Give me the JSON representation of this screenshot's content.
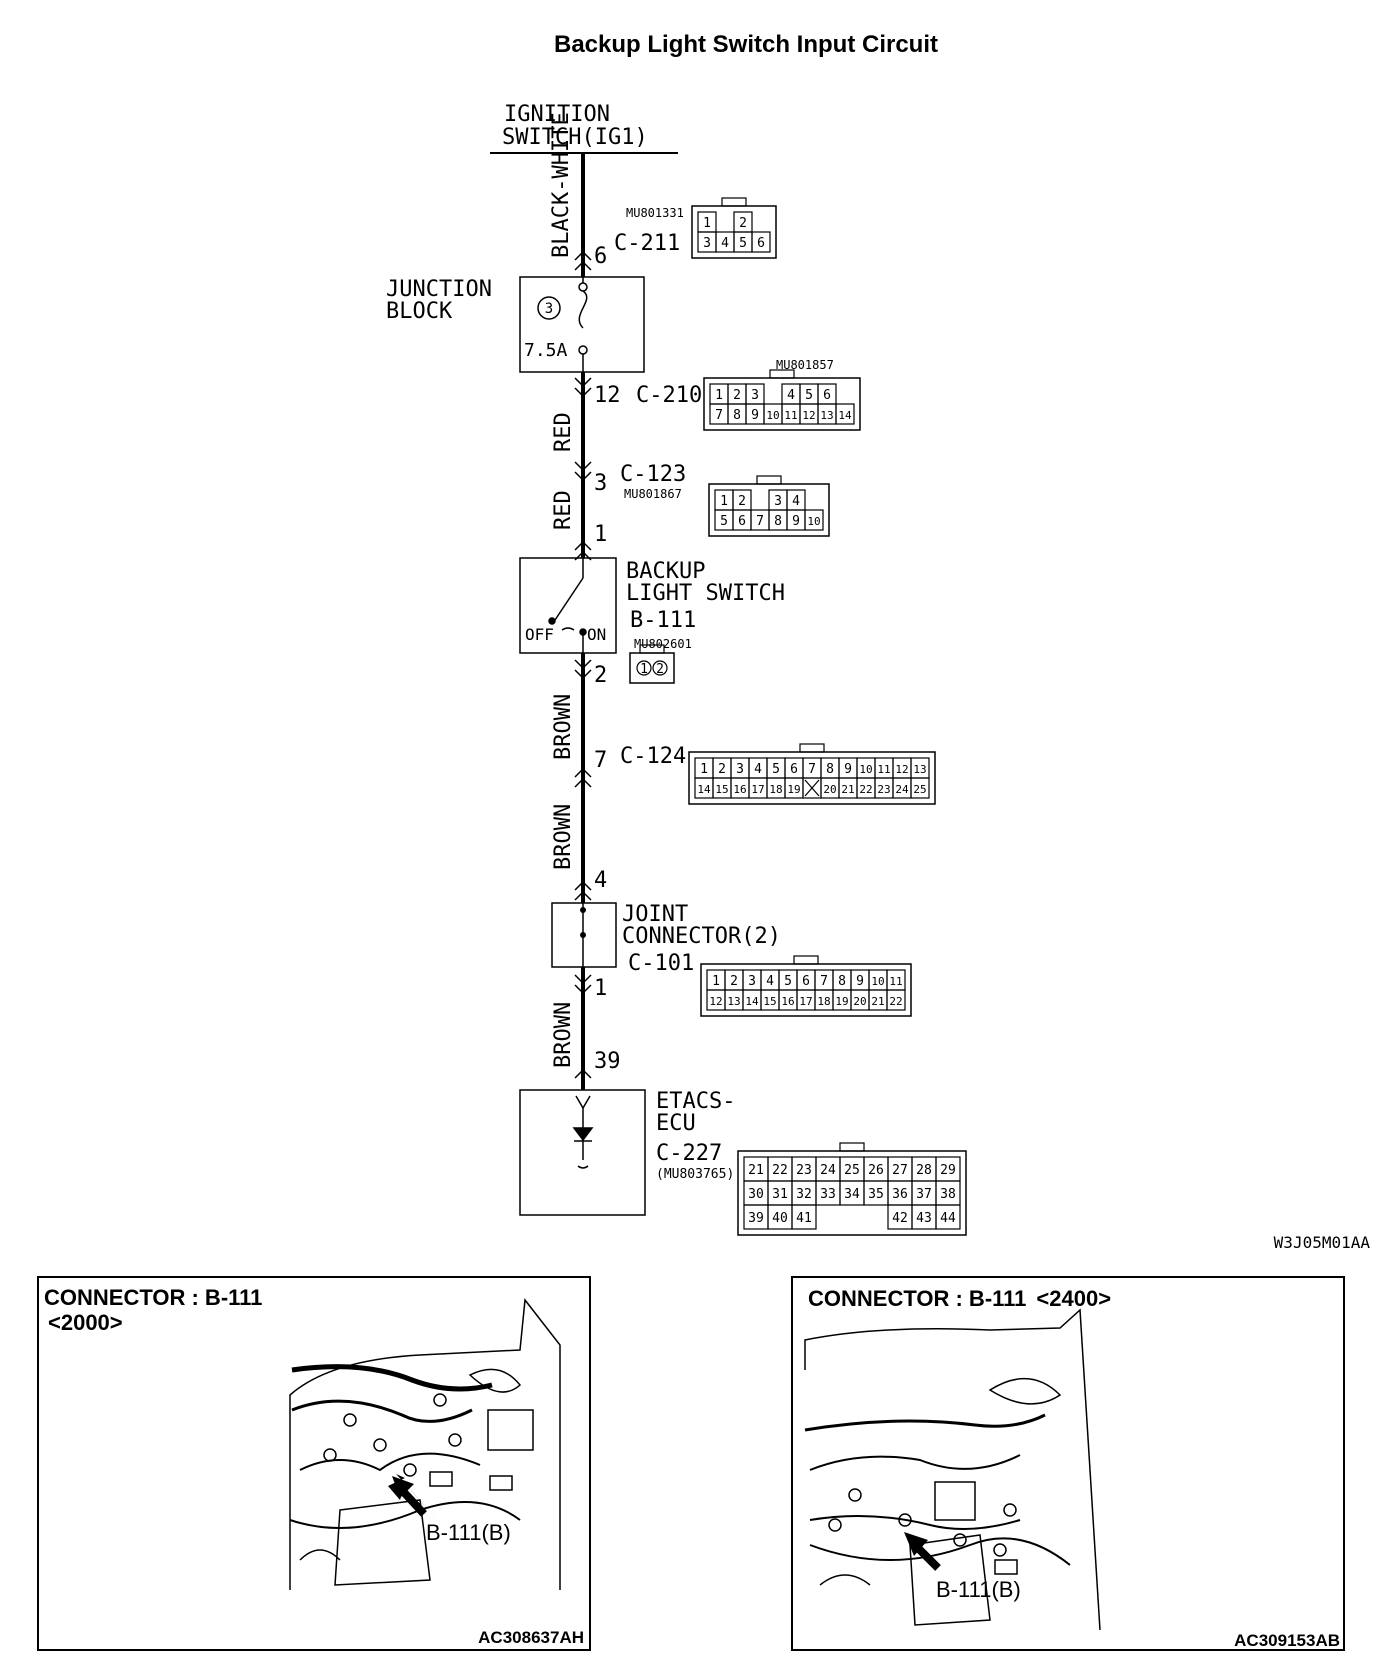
{
  "title": "Backup Light Switch Input Circuit",
  "ignition": {
    "line1": "IGNITION",
    "line2": "SWITCH(IG1)"
  },
  "wires": {
    "w1": "BLACK-WHITE",
    "w2": "RED",
    "w3": "RED",
    "w4": "BROWN",
    "w5": "BROWN",
    "w6": "BROWN"
  },
  "pins": {
    "p_c211": "6",
    "p_c210": "12",
    "p_c123": "3",
    "p_bls_in": "1",
    "p_bls_out": "2",
    "p_c124": "7",
    "p_jc_in": "4",
    "p_jc_out": "1",
    "p_etacs": "39"
  },
  "connectors": {
    "c211": {
      "name": "C-211",
      "part": "MU801331",
      "row1": [
        "1",
        "",
        "2"
      ],
      "row2": [
        "3",
        "4",
        "5",
        "6"
      ]
    },
    "c210": {
      "name": "C-210",
      "part": "MU801857",
      "row1": [
        "1",
        "2",
        "3",
        "",
        "4",
        "5",
        "6"
      ],
      "row2": [
        "7",
        "8",
        "9",
        "10",
        "11",
        "12",
        "13",
        "14"
      ]
    },
    "c123": {
      "name": "C-123",
      "part": "MU801867",
      "row1": [
        "1",
        "2",
        "",
        "3",
        "4"
      ],
      "row2": [
        "5",
        "6",
        "7",
        "8",
        "9",
        "10"
      ]
    },
    "b111": {
      "name": "B-111",
      "part": "MU802601",
      "row1": [
        "1",
        "2"
      ]
    },
    "c124": {
      "name": "C-124",
      "row1": [
        "1",
        "2",
        "3",
        "4",
        "5",
        "6",
        "7",
        "8",
        "9",
        "10",
        "11",
        "12",
        "13"
      ],
      "row2": [
        "14",
        "15",
        "16",
        "17",
        "18",
        "19",
        "X",
        "20",
        "21",
        "22",
        "23",
        "24",
        "25"
      ]
    },
    "c101": {
      "name": "C-101",
      "row1": [
        "1",
        "2",
        "3",
        "4",
        "5",
        "6",
        "7",
        "8",
        "9",
        "10",
        "11"
      ],
      "row2": [
        "12",
        "13",
        "14",
        "15",
        "16",
        "17",
        "18",
        "19",
        "20",
        "21",
        "22"
      ]
    },
    "c227": {
      "name": "C-227",
      "part": "(MU803765)",
      "row1": [
        "21",
        "22",
        "23",
        "24",
        "25",
        "26",
        "27",
        "28",
        "29"
      ],
      "row2": [
        "30",
        "31",
        "32",
        "33",
        "34",
        "35",
        "36",
        "37",
        "38"
      ],
      "row3": [
        "39",
        "40",
        "41",
        "",
        "",
        "",
        "42",
        "43",
        "44"
      ]
    }
  },
  "junction_block": {
    "line1": "JUNCTION",
    "line2": "BLOCK",
    "fuse_no": "3",
    "fuse_rating": "7.5A"
  },
  "backup_switch": {
    "line1": "BACKUP",
    "line2": "LIGHT SWITCH",
    "off": "OFF",
    "on": "ON"
  },
  "joint_connector": {
    "line1": "JOINT",
    "line2": "CONNECTOR(2)"
  },
  "etacs": {
    "line1": "ETACS-",
    "line2": "ECU"
  },
  "drawing_code": "W3J05M01AA",
  "panel_left": {
    "heading1": "CONNECTOR : B-111",
    "heading2": "<2000>",
    "callout": "B-111(B)",
    "code": "AC308637AH"
  },
  "panel_right": {
    "heading1": "CONNECTOR : B-111",
    "heading2": "<2400>",
    "callout": "B-111(B)",
    "code": "AC309153AB"
  }
}
